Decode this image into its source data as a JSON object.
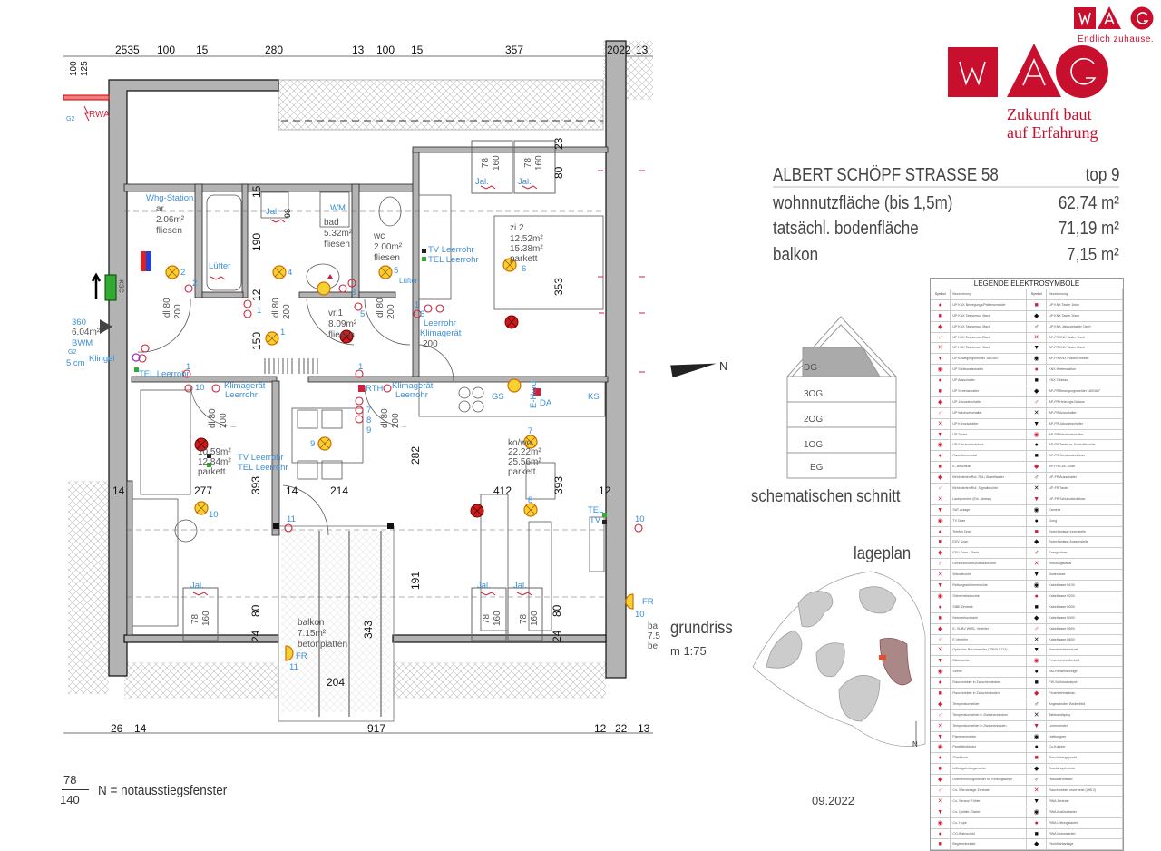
{
  "brand": {
    "logo_letters": "WAG",
    "small_slogan": "Endlich zuhause.",
    "slogan_line1": "Zukunft baut",
    "slogan_line2": "auf Erfahrung",
    "color": "#c8102e"
  },
  "info": {
    "address": "ALBERT SCHÖPF STRASSE 58",
    "unit": "top 9",
    "rows": [
      {
        "label": "wohnnutzfläche (bis 1,5m)",
        "value": "62,74 m²"
      },
      {
        "label": "tatsächl. bodenfläche",
        "value": "71,19 m²"
      },
      {
        "label": "balkon",
        "value": "7,15 m²"
      }
    ]
  },
  "section": {
    "title": "schematischen schnitt",
    "floors": [
      "DG",
      "3OG",
      "2OG",
      "1OG",
      "EG"
    ]
  },
  "site": {
    "title": "lageplan",
    "north": "N"
  },
  "plan": {
    "title": "grundriss",
    "scale": "m 1:75",
    "north": "N",
    "top_dims": [
      "2535",
      "100",
      "15",
      "280",
      "13",
      "100",
      "15",
      "357",
      "2022",
      "13"
    ],
    "left_dims": [
      "100",
      "125"
    ],
    "bottom_dims": [
      "26",
      "14",
      "917",
      "12",
      "22",
      "13"
    ],
    "dims": {
      "d190": "190",
      "d15": "15",
      "d98": "98",
      "d12": "12",
      "d150": "150",
      "d78a": "78",
      "d160a": "160",
      "d78b": "78",
      "d160b": "160",
      "d80top": "80",
      "d23": "23",
      "d353": "353",
      "d14a": "14",
      "d277": "277",
      "d393a": "393",
      "d14b": "14",
      "d214": "214",
      "d282": "282",
      "d412": "412",
      "d393b": "393",
      "d12b": "12",
      "d191": "191",
      "d80a": "80",
      "d24a": "24",
      "d80b": "80",
      "d24b": "24",
      "d343": "343",
      "d204": "204",
      "d78c": "78",
      "d160c": "160",
      "d78d": "78",
      "d160d": "160",
      "d78e": "78",
      "d160e": "160",
      "d200": "200"
    },
    "doors": [
      "dl 80",
      "200",
      "dl 80",
      "200",
      "dl 80",
      "200",
      "dl 80",
      "200",
      "dl 80",
      "200"
    ],
    "rooms": {
      "ar": {
        "name": "ar",
        "area": "2.06m²",
        "floor": "fliesen"
      },
      "bad": {
        "name": "bad",
        "area": "5.32m²",
        "floor": "fliesen"
      },
      "wc": {
        "name": "wc",
        "area": "2.00m²",
        "floor": "fliesen"
      },
      "vr": {
        "name": "vr.1",
        "area": "8.09m²",
        "floor": "fliesen"
      },
      "zi2": {
        "name": "zi 2",
        "area": "12.52m²",
        "area2": "15.38m²",
        "floor": "parkett"
      },
      "zi1": {
        "area": "10.59m²",
        "area2": "12.84m²",
        "floor": "parkett"
      },
      "kowo": {
        "name": "ko/wo",
        "area": "22.22m²",
        "area2": "25.56m²",
        "floor": "parkett"
      },
      "balkon": {
        "name": "balkon",
        "area": "7.15m²",
        "floor": "betonplatten"
      },
      "balkon_right": {
        "name": "ba",
        "area": "7.5",
        "floor": "be"
      },
      "entry": {
        "a": "360",
        "b": "6.04m²"
      }
    },
    "electro": {
      "rwa": "RWA",
      "g2a": "G2",
      "g2b": "G2",
      "whg": "Whg-Station",
      "luefter1": "Lüfter",
      "luefter2": "Lüfter",
      "jal": "Jal.",
      "wm": "WM",
      "tv1": "TV Leerrohr",
      "tel1": "TEL Leerrohr",
      "leerrohr": "Leerrohr",
      "klima1": "Klimagerät",
      "bwm": "BWM",
      "cm": "5 cm",
      "klingel": "Klingel",
      "tel2": "TEL Leerrohr",
      "klima2": "Klimagerät",
      "leer2": "Leerrohr",
      "rth": "RTH",
      "klima3": "Klimagerät",
      "leer3": "Leerrohr",
      "tv3": "TV Leerrohr",
      "tel3": "TEL Leerrohr",
      "gs": "GS",
      "ks": "KS",
      "eherd": "E-Herd",
      "da": "DA",
      "tel4": "TEL",
      "tv4": "TV",
      "fr1": "FR",
      "fr2": "FR",
      "ksc": "KSC"
    },
    "lamp_numbers": [
      "2",
      "4",
      "5",
      "6",
      "1",
      "9",
      "10",
      "7",
      "8"
    ],
    "circuit_numbers": [
      "2",
      "3",
      "1",
      "5",
      "1",
      "6",
      "1",
      "10",
      "1",
      "7",
      "8",
      "9",
      "11",
      "10",
      "11",
      "10"
    ]
  },
  "footer": {
    "window_w": "78",
    "window_h": "140",
    "window_note": "N = notausstiegsfenster",
    "date": "09.2022"
  },
  "legend": {
    "title": "LEGENDE ELEKTROSYMBOLE",
    "headers": [
      "Symbol",
      "Bezeichnung",
      "Symbol",
      "Bezeichnung"
    ],
    "left": [
      "UP KNX Bewegungs/Präsenzmelder",
      "UP KNX Tastsensor 4fach",
      "UP KNX Tastsensor 3fach",
      "UP KNX Tastsensor 2fach",
      "UP KNX Tastsensor 1fach",
      "UP Bewegungsmelder 180/360°",
      "UP Schlüsselschalter",
      "UP Ausschalter",
      "UP Serienschalter",
      "UP Jalousieschalter",
      "UP Wechselschalter",
      "UP Kreuzschalter",
      "UP Taster",
      "UP Schukosteckdose",
      "Raumthermostat",
      "E- Anschluss",
      "Behinderten Ruf- Ruf-/ Abstelltaster",
      "Behinderten Ruf- Signalleuchte",
      "Lautsprecher (Ein - Anbau)",
      "SAT-Anlage",
      "TV Dose",
      "Telefon Dose",
      "EDV Dose",
      "EDV Dose - 2fach",
      "Deckenleuchte/Aufbauleuchte",
      "Wandleuchte",
      "Rettungszeichenleuchte",
      "Sicherheitsleuchte",
      "SIBE Zentrale",
      "Netzwerkschrank",
      "E- SUBV WHG- Verteiler",
      "E-Verteiler",
      "Optischer Rauchmelder (TRVB S122)",
      "Blitzleuchte",
      "Sirene",
      "Rauchmelder in Zwischendecken",
      "Rauchmelder in Zwischenboden",
      "Temperaturmelder",
      "Temperaturmelder in Zwischendecken",
      "Temperaturmelder in Zwischenboden",
      "Flammenmelder",
      "Parallelindikator",
      "Glasbruch",
      "Lüftungsleitungsmelder",
      "Unterbrechungsmelder für Rettungswege",
      "Co- Warnanlage Zentrale",
      "Co- Sensor/ Fühler",
      "Co- Quittier- Taster",
      "Co- Hupe",
      "CO-Warnschild",
      "Begrenzkontakt"
    ],
    "right": [
      "UP KNX Taster 1fach",
      "UP KNX Taster 2fach",
      "UP KNX Jalousietaster 1fach",
      "AP-FR KNX Taster 1fach",
      "AP-FR KNX Taster 2fach",
      "AP-FR KNX Präsenzmelder",
      "KNX Wetterstation",
      "KNX Tableau",
      "AP-FR Bewegungsmelder 180/360°",
      "AP-FR Heizungs-Notaus",
      "AP-FR Ausschalter",
      "AP-FR Jalousieschalter",
      "AP-FR Wechselschalter",
      "AP-FR Taster m. Kontrollleuchte",
      "AP-FR Schukosteckdose",
      "AP-FR CEE-Dose",
      "UP-FR Ausschalter",
      "UP-FR Taster",
      "UP-FR Schukosteckdose",
      "Kamera",
      "Gong",
      "Sprechanlage Innenstelle",
      "Sprechanlage Aussenstelle",
      "Energiedose",
      "Brüstungskanal",
      "Bodendose",
      "Kabeltrasse B100",
      "Kabeltrasse B200",
      "Kabeltrasse B300",
      "Kabeltrasse B400",
      "Kabeltrasse B500",
      "Kabeltrasse B600",
      "Brandmeldezentrale",
      "Feuerwehrbedienfeld",
      "BM-Parallelanzeige",
      "FW-Schlüsseldepot",
      "Feuerwehrtableau",
      "Angewandtes Bedienfeld",
      "Tableaudisplay",
      "Linienmelder",
      "Haftmagnet",
      "Co-Koppler",
      "Rauchabzugspunkt",
      "Druckknopfmelder",
      "Hausalarmtaster",
      "Rauchmelder unvernetzt (OIB 2)",
      "RWA Zentrale",
      "RWA Auslösetaster",
      "RWA Lüftungstaster",
      "RWA Motorantrieb",
      "Fluchtlichtanlage"
    ]
  }
}
